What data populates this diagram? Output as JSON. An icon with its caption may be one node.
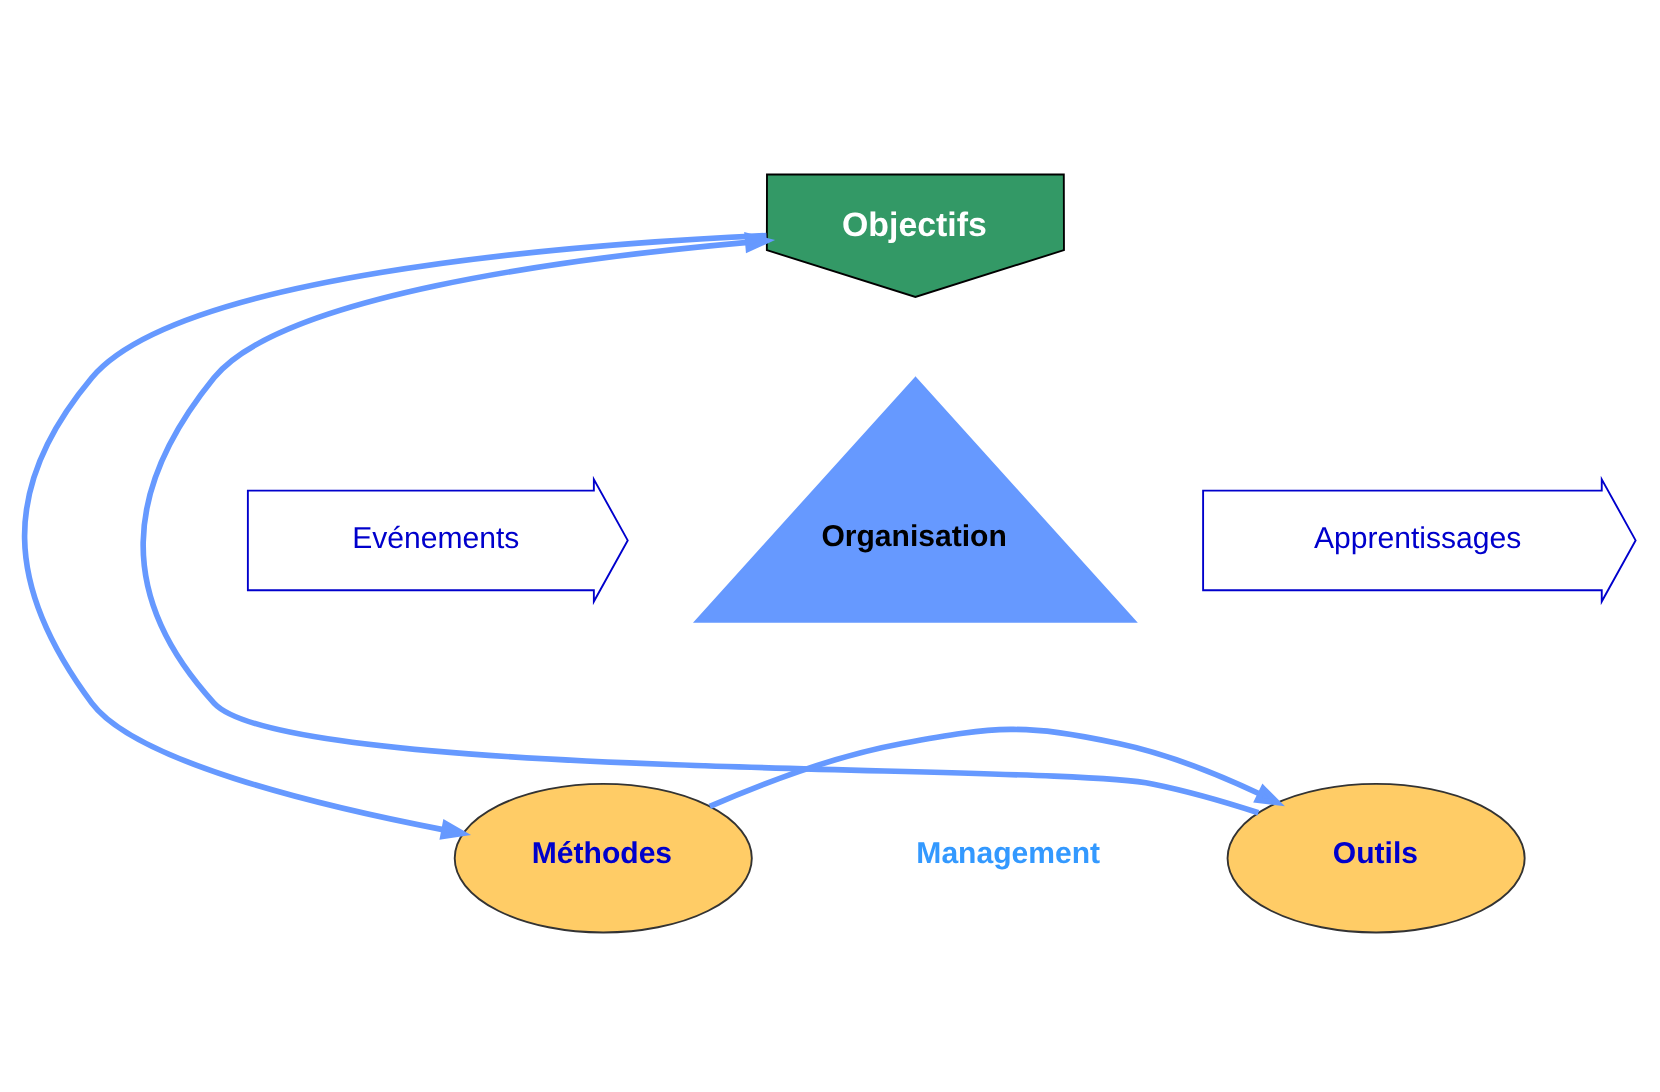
{
  "diagram": {
    "nodes": [
      {
        "text": [
          "Objectifs"
        ]
      },
      {
        "text": [
          "Evénements"
        ]
      },
      {
        "text": [
          "Organisation"
        ]
      },
      {
        "text": [
          "Apprentissages"
        ]
      },
      {
        "text": [
          "Méthodes"
        ]
      },
      {
        "text": [
          "Outils"
        ]
      }
    ],
    "edges": [
      {
        "from": 0,
        "to": 4,
        "arrow": "to"
      },
      {
        "from": 4,
        "to": 5,
        "arrow": "to"
      },
      {
        "from": 5,
        "to": 0,
        "arrow": "to"
      }
    ],
    "labels": [
      "Management"
    ]
  }
}
